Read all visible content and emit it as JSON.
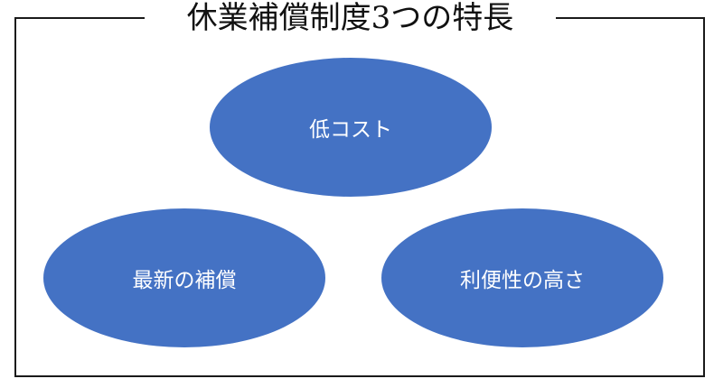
{
  "title": "休業補償制度3つの特長",
  "colors": {
    "ellipse_fill": "#4472C4",
    "border": "#1a1a1a"
  },
  "features": [
    {
      "label": "低コスト"
    },
    {
      "label": "最新の補償"
    },
    {
      "label": "利便性の高さ"
    }
  ]
}
